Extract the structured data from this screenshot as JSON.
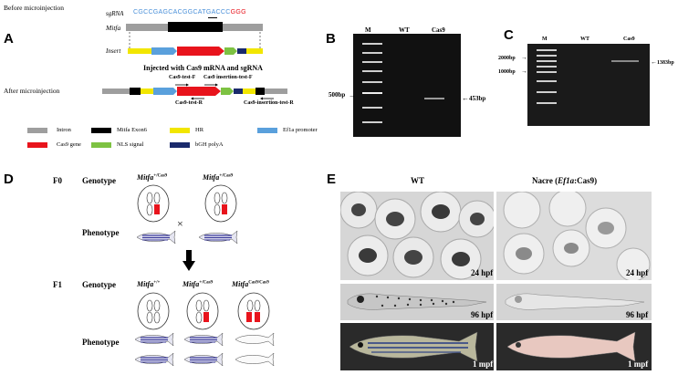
{
  "panels": {
    "A": "A",
    "B": "B",
    "C": "C",
    "D": "D",
    "E": "E"
  },
  "panelA": {
    "before_label": "Before microinjection",
    "sgrna_label": "sgRNA",
    "sgrna_seq": "CGCCGAGCACGGCATGACCC",
    "sgrna_pam": "GGG",
    "mitfa_label": "Mitfa",
    "insert_label": "Insert",
    "injected_text": "Injected with Cas9 mRNA and sgRNA",
    "after_label": "After microinjection",
    "primer_f1": "Cas9-test-F",
    "primer_f2": "Cas9 insertion-test-F",
    "primer_r1": "Cas9-test-R",
    "primer_r2": "Cas9-insertion-test-R",
    "colors": {
      "intron": "#9e9e9e",
      "exon": "#000000",
      "hr": "#f2e600",
      "ef1a": "#5aa0dc",
      "cas9": "#e8141c",
      "nls": "#7dc242",
      "bgh": "#1a2a6c",
      "sgrna_pam": "#e8141c",
      "sgrna_seq": "#4a90d9"
    },
    "legend": [
      {
        "label": "Intron",
        "color": "#9e9e9e"
      },
      {
        "label": "Mitfa Exon6",
        "color": "#000000"
      },
      {
        "label": "HR",
        "color": "#f2e600"
      },
      {
        "label": "Ef1a promoter",
        "color": "#5aa0dc"
      },
      {
        "label": "Cas9 gene",
        "color": "#e8141c"
      },
      {
        "label": "NLS signal",
        "color": "#7dc242"
      },
      {
        "label": "bGH polyA",
        "color": "#1a2a6c"
      }
    ]
  },
  "panelB": {
    "lanes": [
      "M",
      "WT",
      "Cas9"
    ],
    "marker_left": "500bp",
    "band_right": "453bp"
  },
  "panelC": {
    "lanes": [
      "M",
      "WT",
      "Cas9"
    ],
    "marker_left_1": "2000bp",
    "marker_left_2": "1000bp",
    "band_right": "1383bp"
  },
  "panelD": {
    "f0": "F0",
    "f1": "F1",
    "genotype": "Genotype",
    "phenotype": "Phenotype",
    "f0_g1": "Mitfa",
    "f0_g1_sup": "+/Cas9",
    "f0_g2": "Mitfa",
    "f0_g2_sup": "+/Cas9",
    "cross": "×",
    "f1_g1": "Mitfa",
    "f1_g1_sup": "+/+",
    "f1_g2": "Mitfa",
    "f1_g2_sup": "+/Cas9",
    "f1_g3": "Mitfa",
    "f1_g3_sup": "Cas9/Cas9"
  },
  "panelE": {
    "wt": "WT",
    "nacre": "Nacre (",
    "nacre_italic": "Ef1a",
    "nacre_end": ":Cas9)",
    "t1": "24 hpf",
    "t2": "24 hpf",
    "t3": "96 hpf",
    "t4": "96 hpf",
    "t5": "1 mpf",
    "t6": "1 mpf"
  }
}
